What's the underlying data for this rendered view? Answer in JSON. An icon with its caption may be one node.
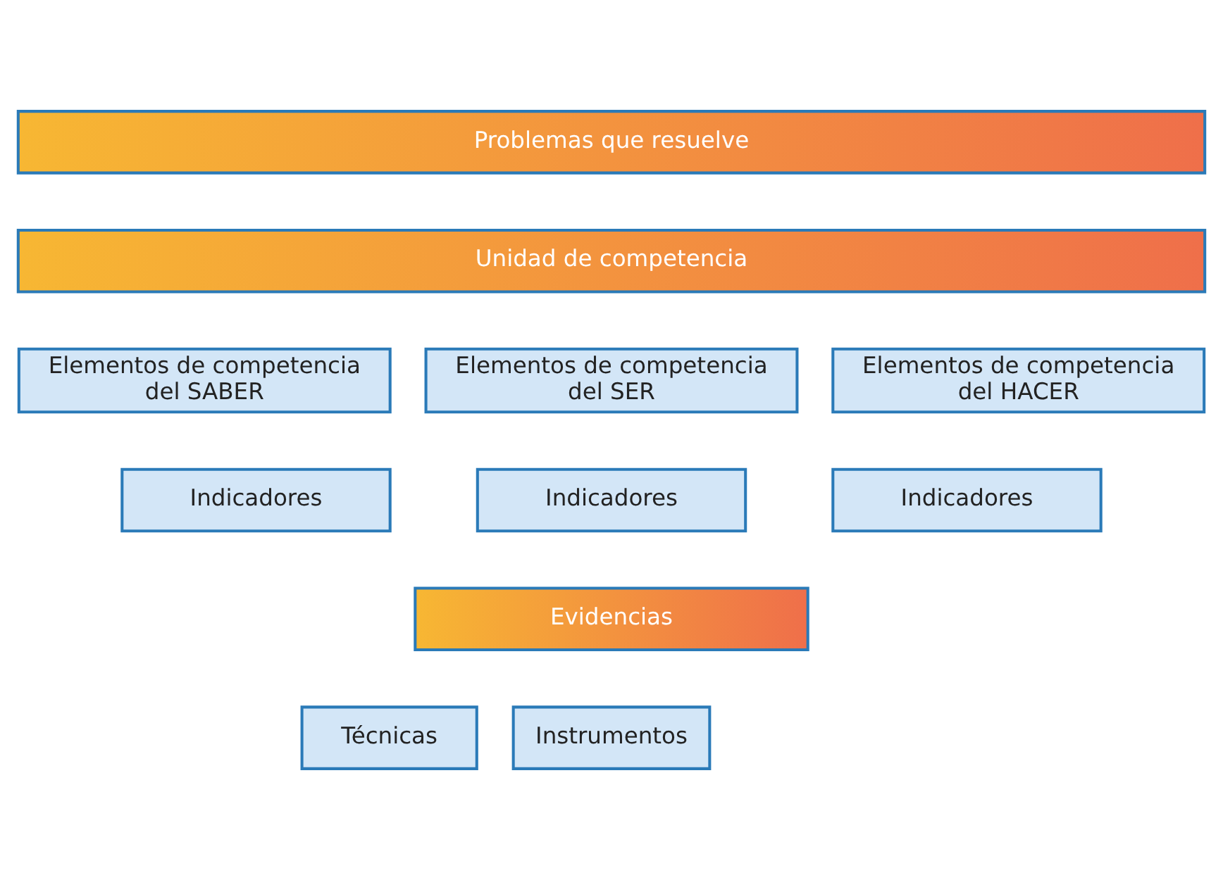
{
  "diagram": {
    "nodes": [
      {
        "text": [
          "Problemas que resuelve"
        ]
      },
      {
        "text": [
          "Unidad de competencia"
        ]
      },
      {
        "text": [
          "Elementos de competencia del SABER"
        ]
      },
      {
        "text": [
          "Elementos de competencia del SER"
        ]
      },
      {
        "text": [
          "Elementos de competencia del HACER"
        ]
      },
      {
        "text": [
          "Indicadores"
        ]
      },
      {
        "text": [
          "Indicadores"
        ]
      },
      {
        "text": [
          "Indicadores"
        ]
      },
      {
        "text": [
          "Evidencias"
        ]
      },
      {
        "text": [
          "Técnicas"
        ]
      },
      {
        "text": [
          "Instrumentos"
        ]
      }
    ]
  }
}
